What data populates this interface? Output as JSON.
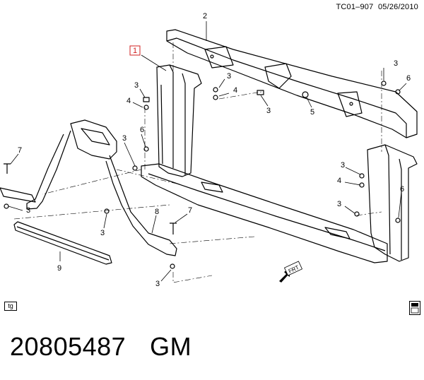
{
  "header": {
    "ref": "TC01–907",
    "date": "05/26/2010"
  },
  "callouts": [
    {
      "id": "c2",
      "text": "2"
    },
    {
      "id": "c1",
      "text": "1"
    },
    {
      "id": "c3a",
      "text": "3"
    },
    {
      "id": "c6a",
      "text": "6"
    },
    {
      "id": "c3b",
      "text": "3"
    },
    {
      "id": "c4a",
      "text": "4"
    },
    {
      "id": "c3c",
      "text": "3"
    },
    {
      "id": "c4b",
      "text": "4"
    },
    {
      "id": "c3d",
      "text": "3"
    },
    {
      "id": "c5",
      "text": "5"
    },
    {
      "id": "c3e",
      "text": "3"
    },
    {
      "id": "c6b",
      "text": "6"
    },
    {
      "id": "c7a",
      "text": "7"
    },
    {
      "id": "c3f",
      "text": "3"
    },
    {
      "id": "c3g",
      "text": "3"
    },
    {
      "id": "c4c",
      "text": "4"
    },
    {
      "id": "c6c",
      "text": "6"
    },
    {
      "id": "c3h",
      "text": "3"
    },
    {
      "id": "c8",
      "text": "8"
    },
    {
      "id": "c7b",
      "text": "7"
    },
    {
      "id": "c3i",
      "text": "3"
    },
    {
      "id": "c9",
      "text": "9"
    },
    {
      "id": "c3j",
      "text": "3"
    }
  ],
  "direction": "FRT",
  "tag_label": "tg",
  "footer": {
    "part_number": "20805487",
    "brand": "GM"
  },
  "colors": {
    "highlight": "#d02020",
    "line": "#000000"
  }
}
